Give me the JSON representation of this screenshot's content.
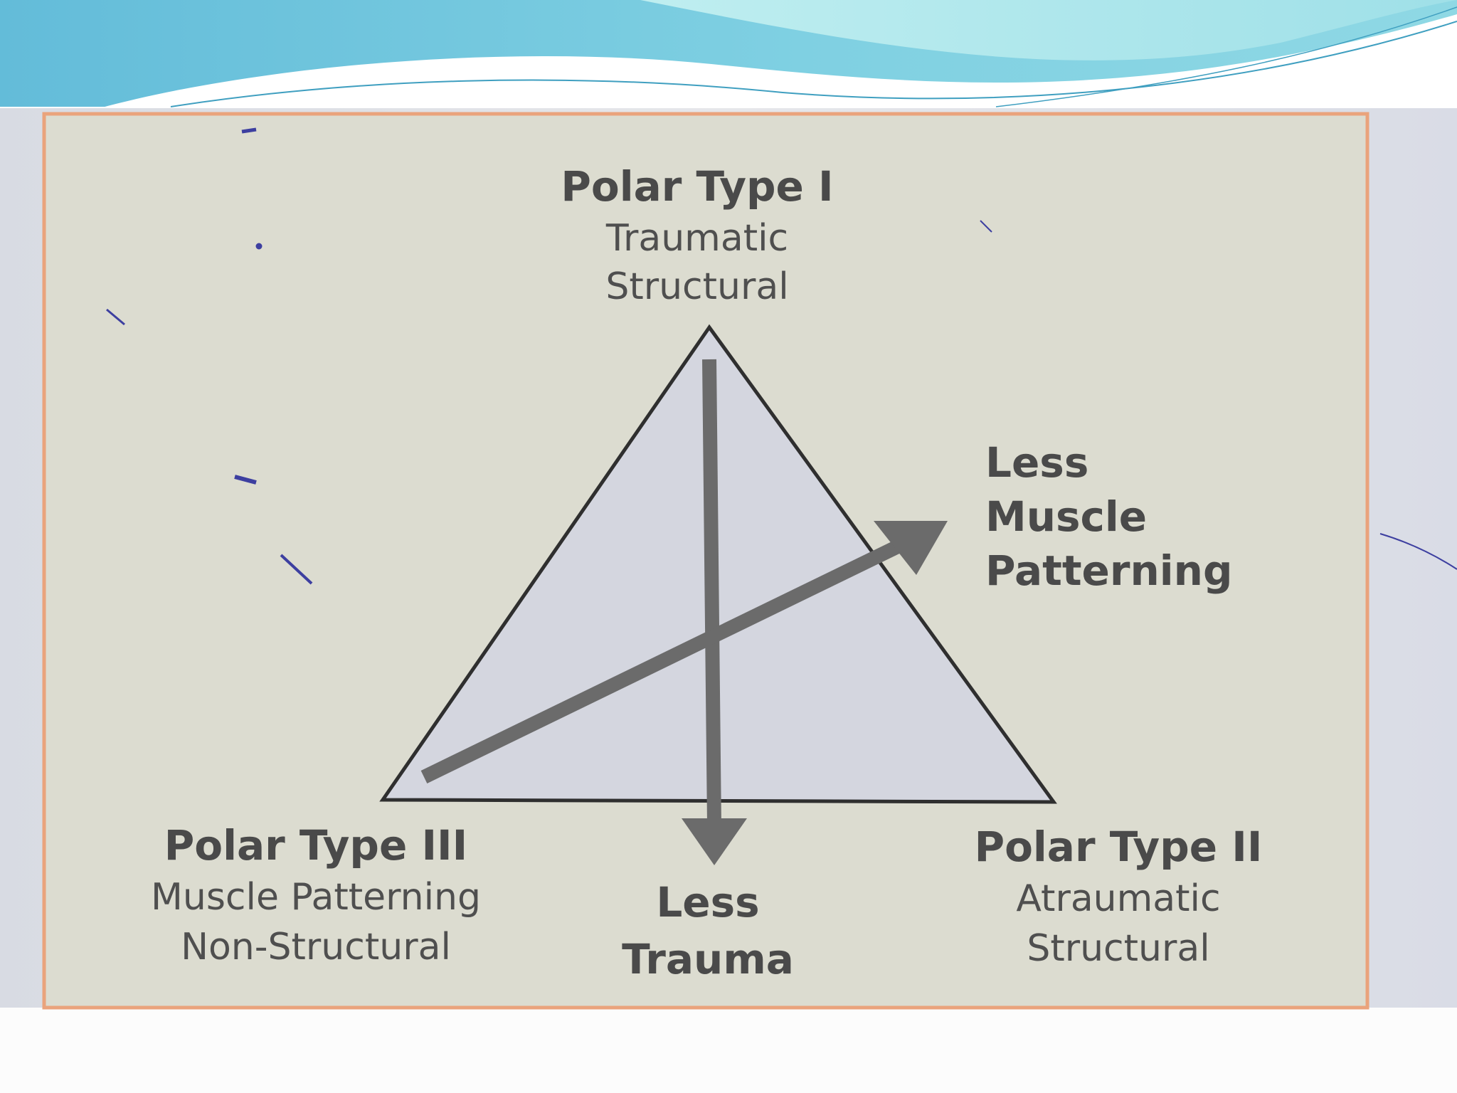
{
  "colors": {
    "header_teal_dark": "#5fb8d8",
    "header_teal_light": "#a6e3ea",
    "photo_background": "#dde0e8",
    "card_fill": "#dcdcd0",
    "card_border": "#eaa37c",
    "triangle_fill": "#d4d6df",
    "outline": "#2f2f2f",
    "arrow": "#6b6b6b",
    "text": "#4a4a4a"
  },
  "diagram": {
    "apex_top": {
      "title": "Polar Type I",
      "line1": "Traumatic",
      "line2": "Structural"
    },
    "corner_left": {
      "title": "Polar Type III",
      "line1": "Muscle Patterning",
      "line2": "Non-Structural"
    },
    "corner_right": {
      "title": "Polar Type II",
      "line1": "Atraumatic",
      "line2": "Structural"
    },
    "arrow_down_label": {
      "line1": "Less",
      "line2": "Trauma"
    },
    "arrow_diag_label": {
      "line1": "Less",
      "line2": "Muscle",
      "line3": "Patterning"
    }
  }
}
